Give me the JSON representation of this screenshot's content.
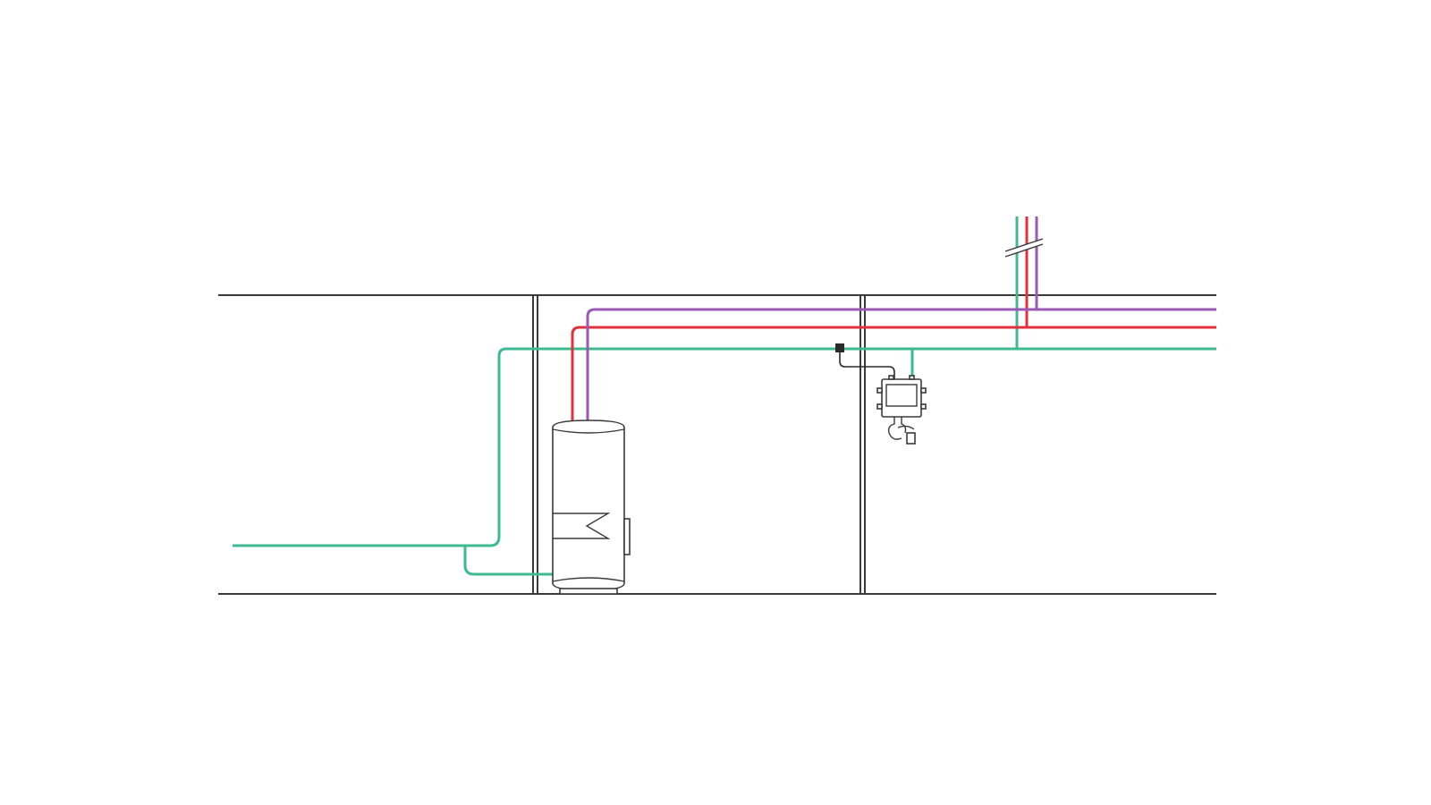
{
  "colors": {
    "background": "#ffffff",
    "structure": "#3a3a3a",
    "pipe_green": "#3dba8f",
    "pipe_red": "#e0313c",
    "pipe_purple": "#9b59b6",
    "control_box": "#2b2b2b"
  },
  "components": [
    {
      "name": "hot-water-cylinder",
      "icon": "cylinder-tank-icon"
    },
    {
      "name": "immersion-coil",
      "icon": "coil-icon"
    },
    {
      "name": "wall-mounted-unit",
      "icon": "wall-unit-icon"
    },
    {
      "name": "control-box",
      "icon": "square-box-icon"
    },
    {
      "name": "pipe-break-marker",
      "icon": "break-symbol-icon"
    }
  ],
  "pipes": [
    {
      "name": "cold-water-pipe",
      "color": "#3dba8f"
    },
    {
      "name": "hot-water-pipe",
      "color": "#e0313c"
    },
    {
      "name": "circulation-pipe",
      "color": "#9b59b6"
    }
  ]
}
